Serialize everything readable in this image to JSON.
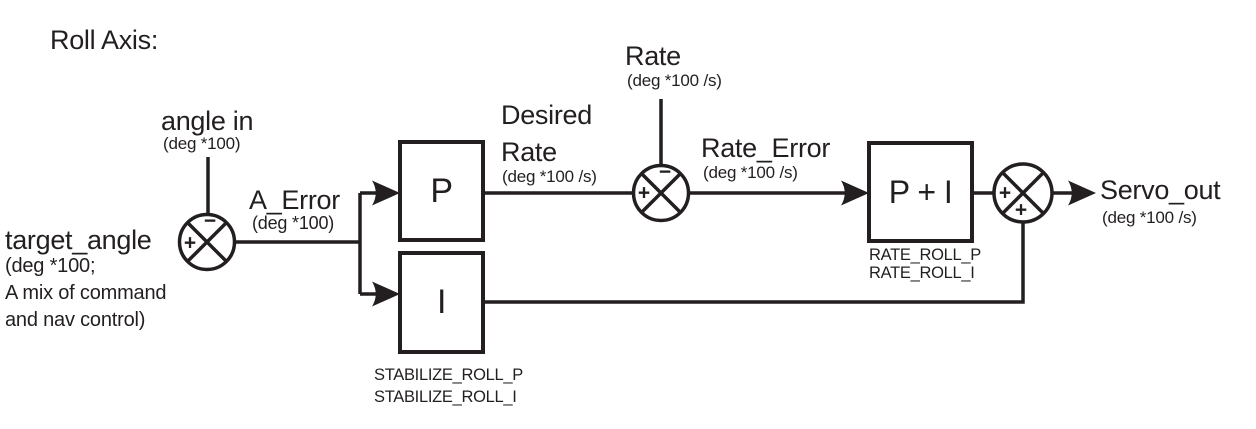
{
  "title": "Roll Axis:",
  "io": {
    "angle_in": {
      "name": "angle in",
      "unit": "(deg *100)"
    },
    "target_angle": {
      "name": "target_angle",
      "desc1": "(deg *100;",
      "desc2": "A mix of command",
      "desc3": "and nav control)"
    },
    "a_error": {
      "name": "A_Error",
      "unit": "(deg *100)"
    },
    "desired_rate": {
      "name1": "Desired",
      "name2": "Rate",
      "unit": "(deg *100 /s)"
    },
    "rate": {
      "name": "Rate",
      "unit": "(deg *100 /s)"
    },
    "rate_error": {
      "name": "Rate_Error",
      "unit": "(deg *100 /s)"
    },
    "servo_out": {
      "name": "Servo_out",
      "unit": "(deg *100 /s)"
    }
  },
  "blocks": {
    "p": {
      "label": "P"
    },
    "i": {
      "label": "I"
    },
    "pi": {
      "label": "P + I"
    }
  },
  "params": {
    "stabilize": [
      "STABILIZE_ROLL_P",
      "STABILIZE_ROLL_I"
    ],
    "rate": [
      "RATE_ROLL_P",
      "RATE_ROLL_I"
    ]
  },
  "junctions": {
    "angle": {
      "top": "−",
      "left": "+"
    },
    "rate": {
      "top": "−",
      "left": "+"
    },
    "output": {
      "left": "+",
      "bottom": "+"
    }
  },
  "colors": {
    "ink": "#231f20",
    "background": "#ffffff"
  }
}
